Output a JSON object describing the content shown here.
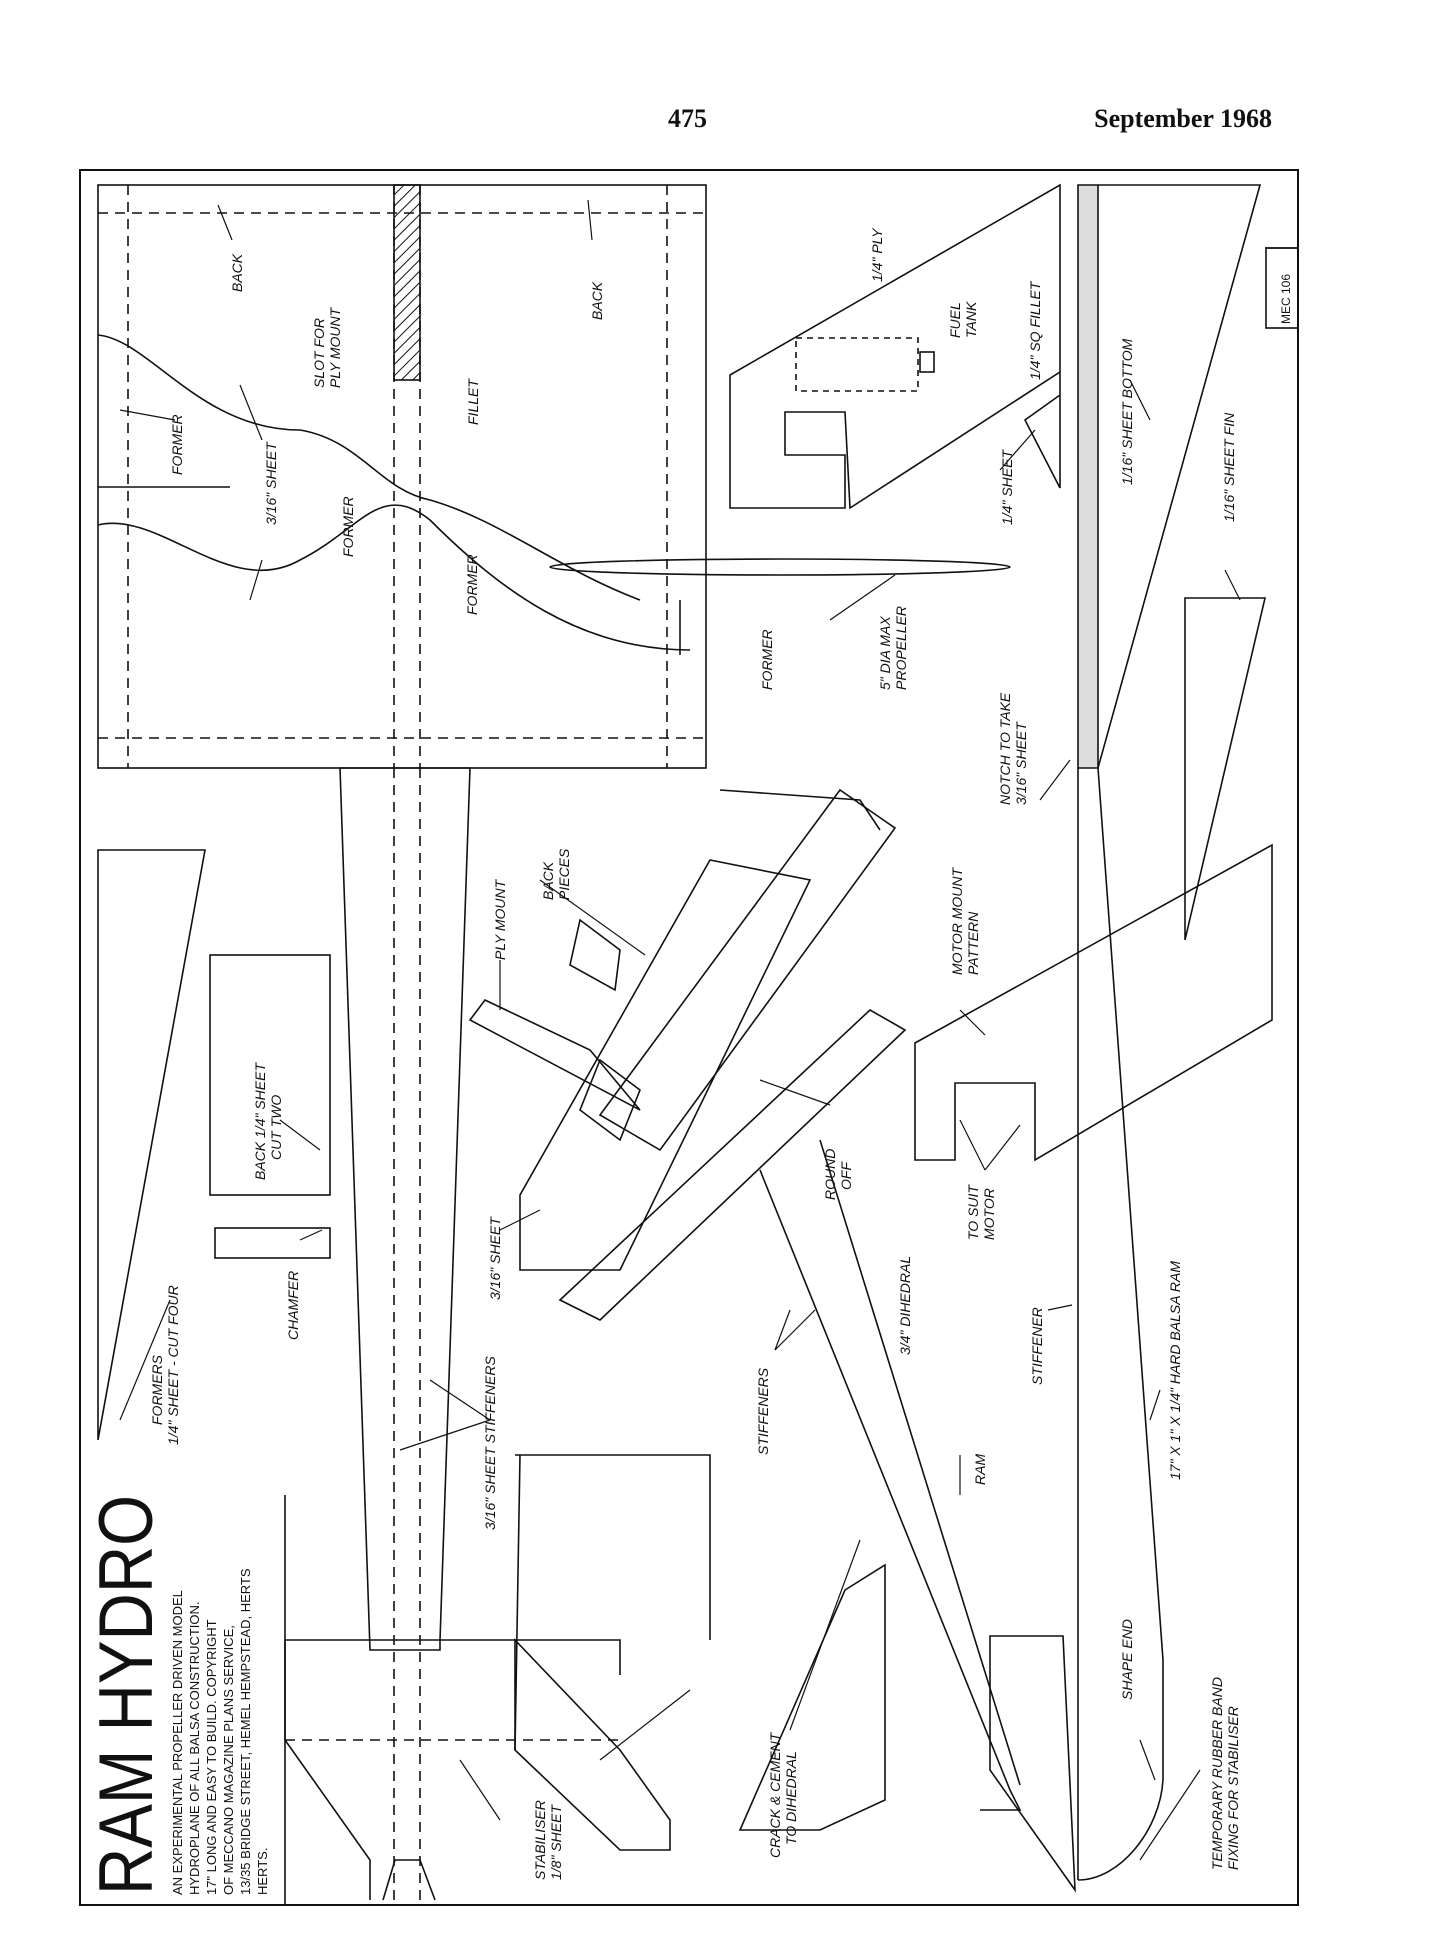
{
  "header": {
    "page_number": "475",
    "issue_date": "September 1968"
  },
  "title": "RAM HYDRO",
  "description": [
    "AN EXPERIMENTAL PROPELLER DRIVEN MODEL",
    "HYDROPLANE OF ALL BALSA CONSTRUCTION.",
    "17\" LONG AND EASY TO BUILD. COPYRIGHT",
    "OF MECCANO MAGAZINE PLANS SERVICE,",
    "13/35 BRIDGE STREET, HEMEL HEMPSTEAD, HERTS",
    "HERTS."
  ],
  "plan_code": "MEC 106",
  "labels": {
    "back": "BACK",
    "former": "FORMER",
    "sheet_3_16": "3/16\" SHEET",
    "slot_for": "SLOT FOR",
    "ply_mount": "PLY MOUNT",
    "fillet": "FILLET",
    "ply_1_4": "1/4\" PLY",
    "fuel": "FUEL",
    "tank": "TANK",
    "sq_fillet": "1/4\" SQ FILLET",
    "sheet_1_4": "1/4\" SHEET",
    "sheet_bottom": "1/16\" SHEET BOTTOM",
    "sheet_fin": "1/16\" SHEET FIN",
    "prop_1": "5\" DIA MAX",
    "prop_2": "PROPELLER",
    "notch_1": "NOTCH TO TAKE",
    "notch_2": "3/16\" SHEET",
    "motor_mount_1": "MOTOR MOUNT",
    "motor_mount_2": "PATTERN",
    "back_pieces_1": "BACK",
    "back_pieces_2": "PIECES",
    "back_sheet_1": "BACK  1/4\" SHEET",
    "back_sheet_2": "CUT TWO",
    "round_1": "ROUND",
    "round_2": "OFF",
    "to_suit_1": "TO SUIT",
    "to_suit_2": "MOTOR",
    "hard_balsa": "17\" X 1\" X 1/4\" HARD BALSA RAM",
    "stiffener": "STIFFENER",
    "formers_1": "FORMERS",
    "formers_2": "1/4\" SHEET - CUT FOUR",
    "chamfer": "CHAMFER",
    "dihedral": "3/4\" DIHEDRAL",
    "stiffeners": "STIFFENERS",
    "ram": "RAM",
    "sheet_stiffeners": "3/16\" SHEET  STIFFENERS",
    "shape_end": "SHAPE END",
    "rubber_1": "TEMPORARY RUBBER BAND",
    "rubber_2": "FIXING FOR STABILISER",
    "crack_1": "CRACK & CEMENT",
    "crack_2": "TO DIHEDRAL",
    "stab_1": "STABILISER",
    "stab_2": "1/8\" SHEET"
  }
}
